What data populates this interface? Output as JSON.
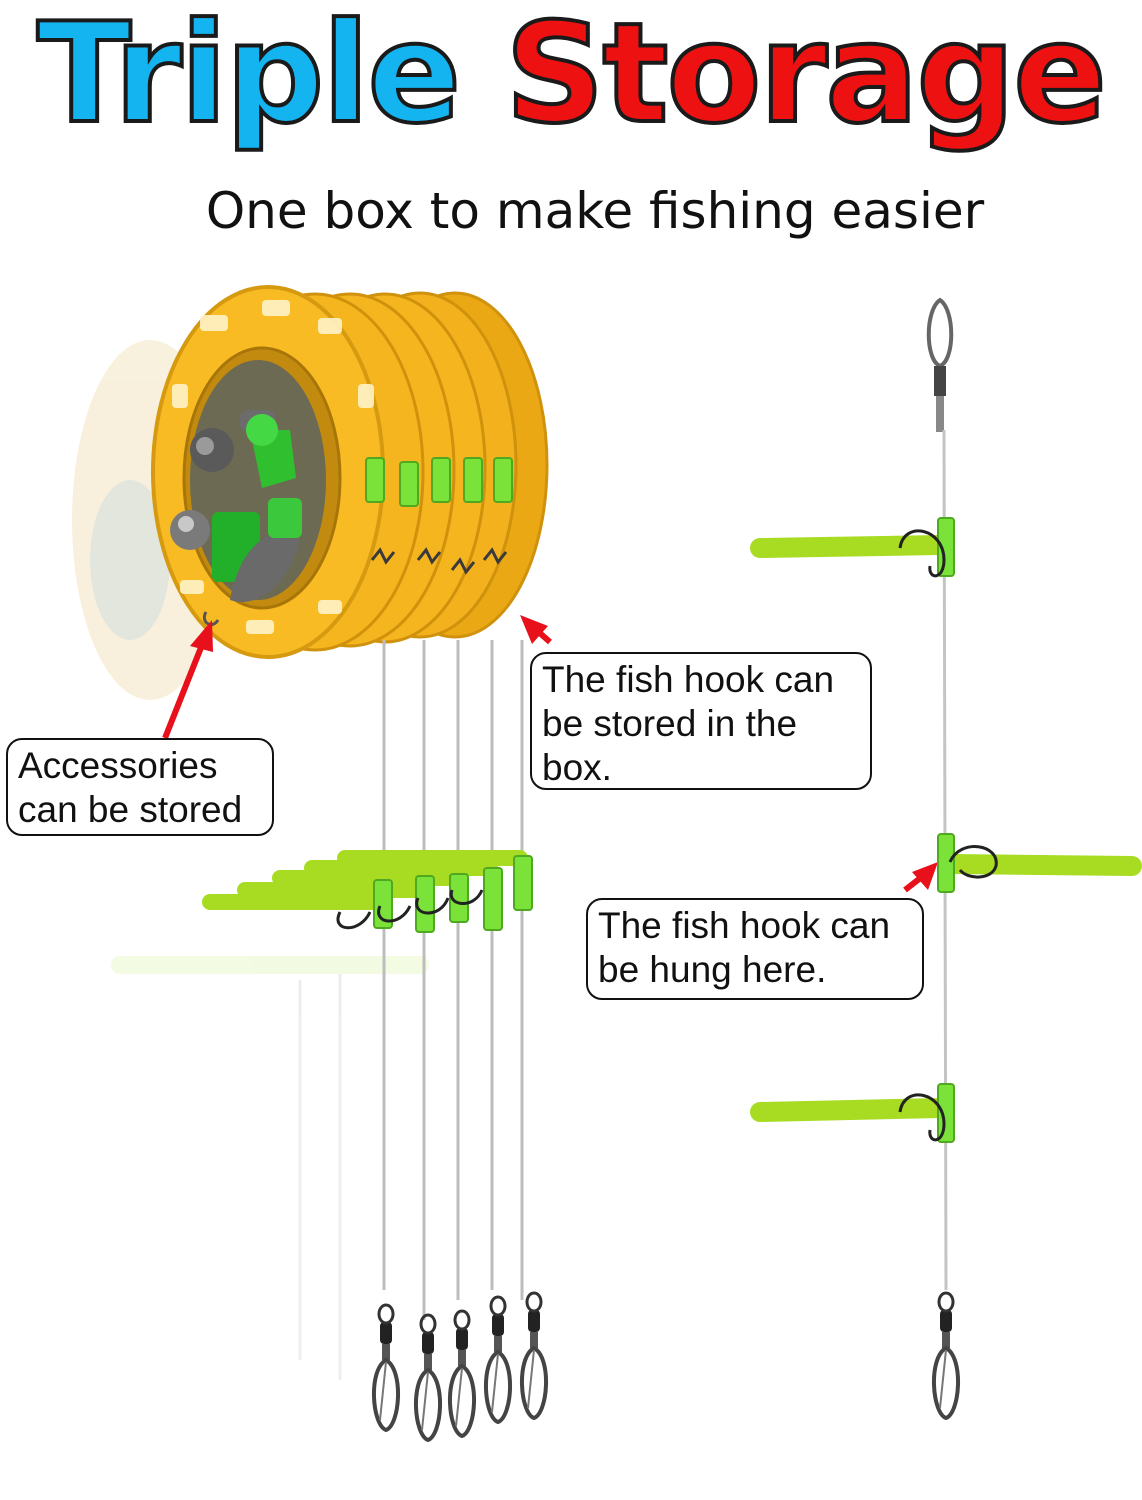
{
  "headline": {
    "word1": "Triple",
    "word2": "Storage"
  },
  "subtitle": "One box to make fishing easier",
  "callouts": {
    "accessories": {
      "line1": "Accessories",
      "line2": "can be stored"
    },
    "box": {
      "line1": "The fish hook can",
      "line2": "be stored in the",
      "line3": "box."
    },
    "hang": {
      "line1": "The fish hook can",
      "line2": "be hung here."
    }
  },
  "colors": {
    "title_blue": "#14b4f0",
    "title_red": "#ee1111",
    "reel_yellow": "#f5b21c",
    "tube_green": "#b8ef3a",
    "arrow_red": "#e8111b"
  }
}
